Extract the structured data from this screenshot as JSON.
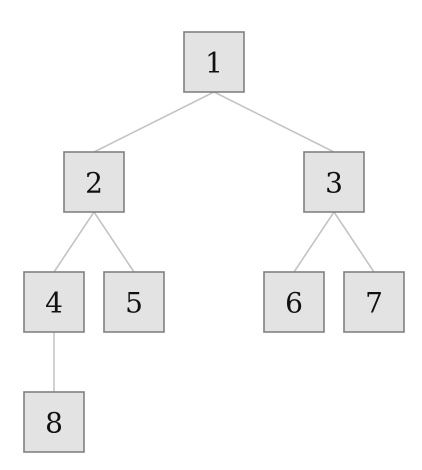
{
  "tree": {
    "nodes": [
      {
        "id": "n1",
        "label": "1"
      },
      {
        "id": "n2",
        "label": "2"
      },
      {
        "id": "n3",
        "label": "3"
      },
      {
        "id": "n4",
        "label": "4"
      },
      {
        "id": "n5",
        "label": "5"
      },
      {
        "id": "n6",
        "label": "6"
      },
      {
        "id": "n7",
        "label": "7"
      },
      {
        "id": "n8",
        "label": "8"
      }
    ],
    "edges": [
      {
        "from": "n1",
        "to": "n2"
      },
      {
        "from": "n1",
        "to": "n3"
      },
      {
        "from": "n2",
        "to": "n4"
      },
      {
        "from": "n2",
        "to": "n5"
      },
      {
        "from": "n3",
        "to": "n6"
      },
      {
        "from": "n3",
        "to": "n7"
      },
      {
        "from": "n4",
        "to": "n8"
      }
    ],
    "colors": {
      "node_fill": "#e3e3e3",
      "node_border": "#808080",
      "edge": "#c4c4c4",
      "text": "#111111"
    }
  }
}
